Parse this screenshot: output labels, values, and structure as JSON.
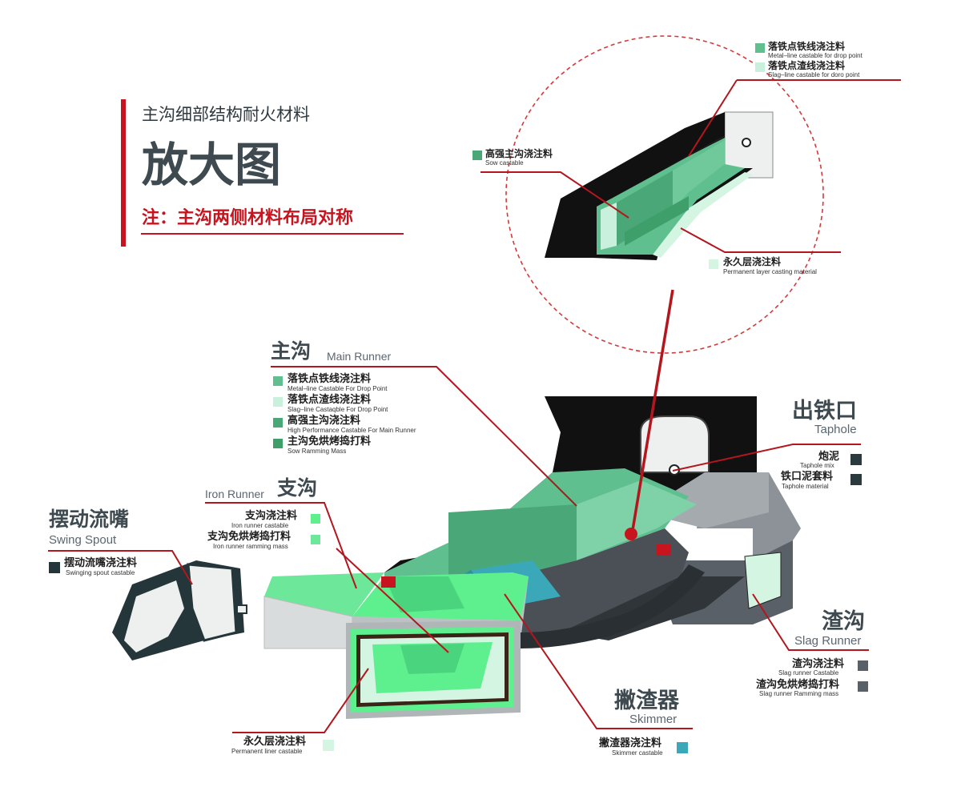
{
  "header": {
    "title_small": "主沟细部结构耐火材料",
    "title_large": "放大图",
    "note": "注：主沟两侧材料布局对称"
  },
  "colors": {
    "metal_line": "#5fbf8f",
    "slag_line": "#c9f0dc",
    "high_strength": "#4aa878",
    "ramming": "#3f9f6a",
    "iron_runner": "#5ef08e",
    "iron_ramming": "#6de89a",
    "permanent": "#d4f5e2",
    "taphole": "#2b3a3e",
    "skimmer": "#3aa8b8",
    "slag_runner": "#5a6068",
    "swing_spout": "#25363b",
    "accent": "#c8141e"
  },
  "detail": {
    "metal_line": {
      "zh": "落铁点铁线浇注料",
      "en": "Metal–line castable for drop point"
    },
    "slag_line": {
      "zh": "落铁点渣线浇注料",
      "en": "Slag–line castable for doro point"
    },
    "sow": {
      "zh": "高强主沟浇注料",
      "en": "Sow castable"
    },
    "permanent": {
      "zh": "永久层浇注料",
      "en": "Permanent layer casting material"
    }
  },
  "main_runner": {
    "title_zh": "主沟",
    "title_en": "Main Runner",
    "items": [
      {
        "zh": "落铁点铁线浇注料",
        "en": "Metal–line Castable For Drop Point"
      },
      {
        "zh": "落铁点渣线浇注料",
        "en": "Slag–line Castaqble For Drop Point"
      },
      {
        "zh": "高强主沟浇注料",
        "en": "High Performance Castable For Main Runner"
      },
      {
        "zh": "主沟免烘烤捣打料",
        "en": "Sow Ramming Mass"
      }
    ]
  },
  "iron_runner": {
    "title_zh": "支沟",
    "title_en": "Iron Runner",
    "items": [
      {
        "zh": "支沟浇注料",
        "en": "Iron runner castable"
      },
      {
        "zh": "支沟免烘烤捣打料",
        "en": "Iron runner ramming mass"
      }
    ]
  },
  "swing_spout": {
    "title_zh": "摆动流嘴",
    "title_en": "Swing Spout",
    "items": [
      {
        "zh": "摆动流嘴浇注料",
        "en": "Swinging spout castable"
      }
    ]
  },
  "taphole": {
    "title_zh": "出铁口",
    "title_en": "Taphole",
    "items": [
      {
        "zh": "炮泥",
        "en": "Taphole mix"
      },
      {
        "zh": "铁口泥套料",
        "en": "Taphole material"
      }
    ]
  },
  "slag_runner": {
    "title_zh": "渣沟",
    "title_en": "Slag Runner",
    "items": [
      {
        "zh": "渣沟浇注料",
        "en": "Slag runner Castable"
      },
      {
        "zh": "渣沟免烘烤捣打料",
        "en": "Slag runner Ramming mass"
      }
    ]
  },
  "skimmer": {
    "title_zh": "撇渣器",
    "title_en": "Skimmer",
    "items": [
      {
        "zh": "撇渣器浇注料",
        "en": "Skimmer castable"
      }
    ]
  },
  "permanent_liner": {
    "items": [
      {
        "zh": "永久层浇注料",
        "en": "Permanent liner castable"
      }
    ]
  }
}
